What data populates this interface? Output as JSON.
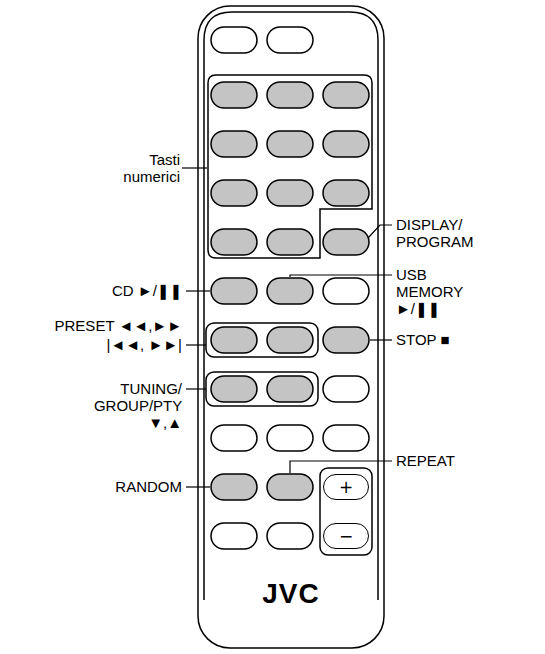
{
  "diagram": {
    "nodes": [
      {
        "text": [
          "+"
        ]
      },
      {
        "text": [
          "−"
        ]
      }
    ],
    "labels": [
      "Tasti numerici",
      "DISPLAY/ PROGRAM",
      "CD ►/❚❚",
      "PRESET ◄◄,►►",
      "|◄◄, ►►|",
      "USB MEMORY ►/❚❚",
      "STOP ■",
      "TUNING/ GROUP/PTY ▼,▲",
      "RANDOM",
      "REPEAT",
      "JVC"
    ]
  }
}
